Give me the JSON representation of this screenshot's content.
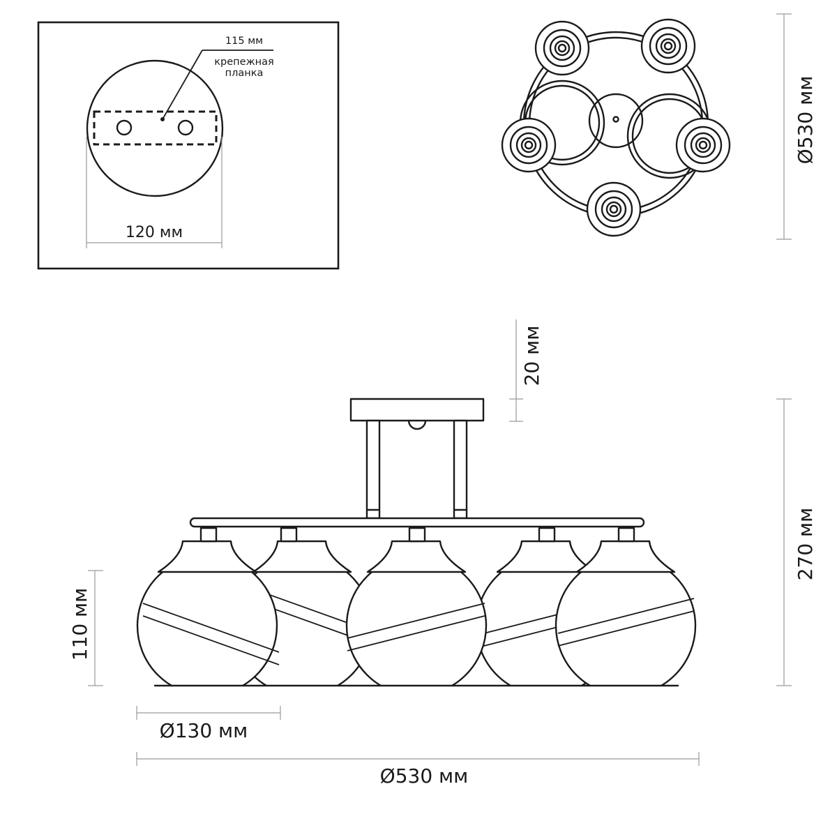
{
  "mount": {
    "spacing_label": "115 мм",
    "plate_label_line1": "крепежная",
    "plate_label_line2": "планка",
    "width_label": "120 мм"
  },
  "top_view": {
    "diameter_label": "Ø530 мм"
  },
  "side_view": {
    "canopy_label": "20 мм",
    "height_label": "270 мм",
    "shade_height_label": "110 мм",
    "shade_diameter_label": "Ø130 мм",
    "overall_diameter_label": "Ø530 мм"
  },
  "colors": {
    "ink": "#1a1a1a",
    "dimension": "#9a9a9a",
    "paper": "#ffffff"
  }
}
